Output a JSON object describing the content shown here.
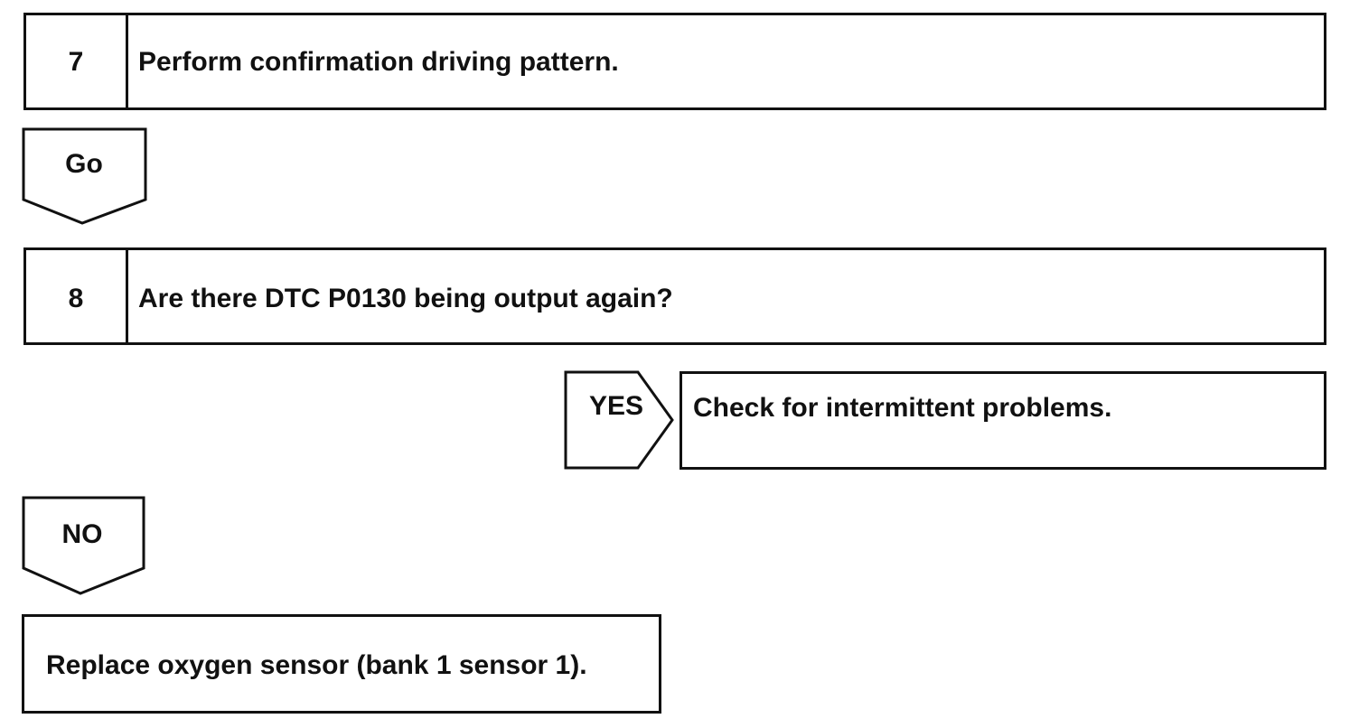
{
  "step7": {
    "number": "7",
    "text": "Perform confirmation driving pattern."
  },
  "go_arrow": {
    "label": "Go"
  },
  "step8": {
    "number": "8",
    "text": "Are there DTC P0130 being output again?"
  },
  "yes_arrow": {
    "label": "YES"
  },
  "yes_result": {
    "text": "Check for intermittent problems."
  },
  "no_arrow": {
    "label": "NO"
  },
  "no_result": {
    "text": "Replace oxygen sensor (bank 1 sensor 1)."
  }
}
